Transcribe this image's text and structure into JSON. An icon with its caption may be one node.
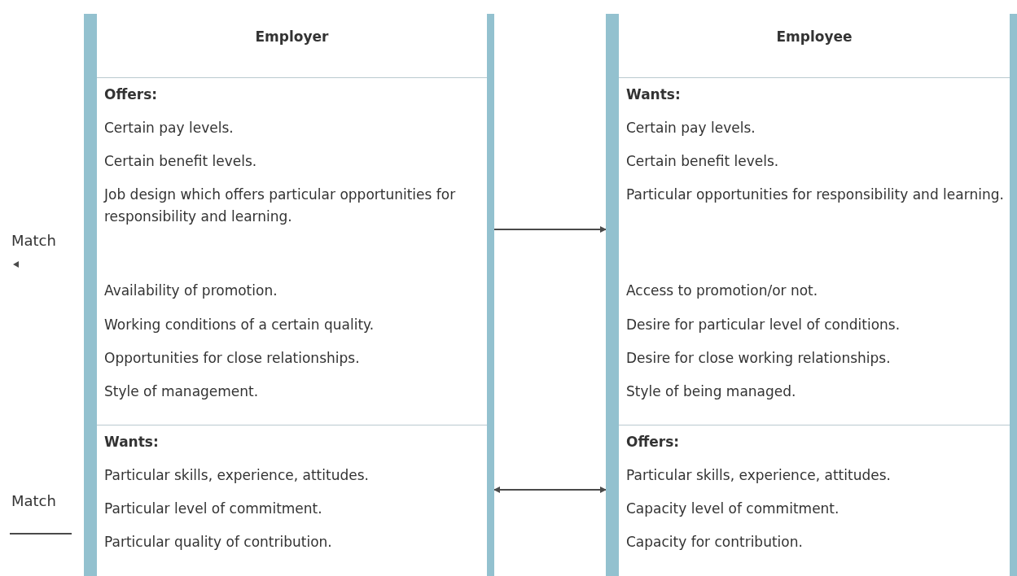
{
  "diagram": {
    "nodes": [
      {
        "text": [
          "Employer"
        ]
      },
      {
        "text": [
          "Offers:",
          "Certain pay levels.",
          "Certain benefit levels.",
          "Job design which offers particular opportunities for responsibility and learning.",
          "Availability of promotion.",
          "Working conditions of a certain quality.",
          "Opportunities for close relationships.",
          "Style of management."
        ],
        "in": 0
      },
      {
        "text": [
          "Wants:",
          "Particular skills, experience, attitudes.",
          "Particular level of commitment.",
          "Particular quality of contribution."
        ],
        "in": 0
      },
      {
        "text": [
          "Employee"
        ]
      },
      {
        "text": [
          "Wants:",
          "Certain pay levels.",
          "Certain benefit levels.",
          "Particular opportunities for responsibility and learning.",
          "Access to promotion/or not.",
          "Desire for particular level of conditions.",
          "Desire for close working relationships.",
          "Style of being managed."
        ],
        "in": 3
      },
      {
        "text": [
          "Offers:",
          "Particular skills, experience, attitudes.",
          "Capacity level of commitment.",
          "Capacity for contribution."
        ],
        "in": 3
      }
    ],
    "edges": [
      {
        "from": 1,
        "to": 4,
        "arrow": "to"
      },
      {
        "from": 2,
        "to": 5,
        "arrow": "both"
      }
    ],
    "labels": [
      "Match",
      "Match"
    ]
  }
}
